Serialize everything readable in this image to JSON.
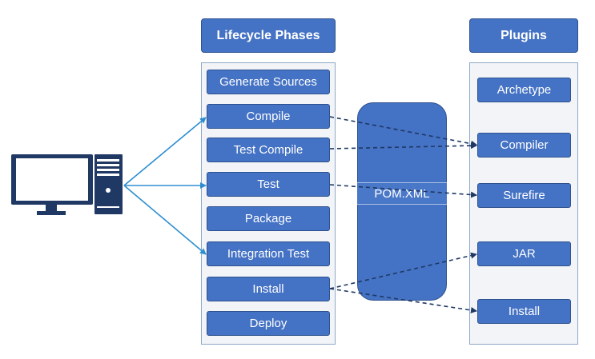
{
  "lifecycle": {
    "title": "Lifecycle Phases",
    "phases": [
      "Generate Sources",
      "Compile",
      "Test Compile",
      "Test",
      "Package",
      "Integration Test",
      "Install",
      "Deploy"
    ]
  },
  "plugins": {
    "title": "Plugins",
    "items": [
      "Archetype",
      "Compiler",
      "Surefire",
      "JAR",
      "Install"
    ]
  },
  "pom": {
    "label": "POM.XML"
  },
  "colors": {
    "box": "#4472c4",
    "border": "#2f528f",
    "arrow_solid": "#2e8fd0",
    "arrow_dashed": "#1f3864",
    "computer": "#1f3864"
  },
  "icons": [
    "monitor-icon",
    "computer-tower-icon"
  ]
}
